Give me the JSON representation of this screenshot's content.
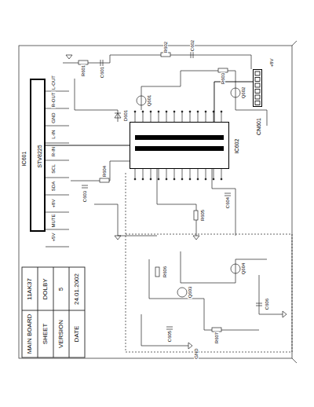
{
  "diagram": {
    "nodes": [
      {
        "text": [
          "IC601",
          "STV8225"
        ]
      },
      {
        "text": [
          "IC602"
        ]
      },
      {
        "text": [
          "CN601"
        ]
      }
    ],
    "edges": [
      {
        "from": 0,
        "to": 1,
        "arrow": "none"
      },
      {
        "from": 1,
        "to": 2,
        "arrow": "none"
      }
    ],
    "labels": [
      "MAIN BOARD",
      "11AK37",
      "SHEET",
      "DOLBY",
      "VERSION",
      "5",
      "DATE",
      "24.01.2002",
      "L-OUT",
      "R-OUT",
      "GND",
      "L-IN",
      "R-IN",
      "SCL",
      "SDA",
      "+8V",
      "MUTE",
      "+5V",
      "R601",
      "C601",
      "R602",
      "C602",
      "R603",
      "Q601",
      "Q602",
      "C603",
      "R604",
      "D601",
      "R605",
      "C604",
      "Q603",
      "Q604",
      "R606",
      "C605",
      "R607",
      "C606",
      "+8V",
      "GND"
    ]
  }
}
